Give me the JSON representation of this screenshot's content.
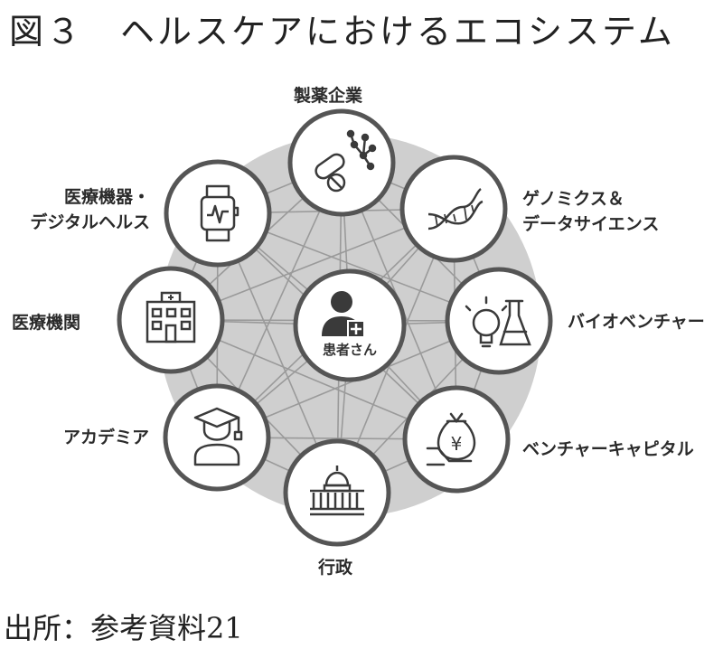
{
  "header": {
    "title": "図３　ヘルスケアにおけるエコシステム"
  },
  "center": {
    "label": "患者さん"
  },
  "nodes": [
    {
      "label": "製薬企業",
      "icon": "pills-molecule-icon"
    },
    {
      "label": "ゲノミクス＆\nデータサイエンス",
      "icon": "dna-icon"
    },
    {
      "label": "バイオベンチャー",
      "icon": "lightbulb-flask-icon"
    },
    {
      "label": "ベンチャーキャピタル",
      "icon": "yen-moneybag-icon"
    },
    {
      "label": "行政",
      "icon": "capitol-building-icon"
    },
    {
      "label": "アカデミア",
      "icon": "graduate-icon"
    },
    {
      "label": "医療機関",
      "icon": "hospital-icon"
    },
    {
      "label": "医療機器・\nデジタルヘルス",
      "icon": "smartwatch-icon"
    }
  ],
  "colors": {
    "disk": "#cfcfcf",
    "lines": "#9a9a9a",
    "ring": "#555555",
    "icon": "#3a3a3a"
  },
  "footer": {
    "source": "出所：参考資料21"
  }
}
